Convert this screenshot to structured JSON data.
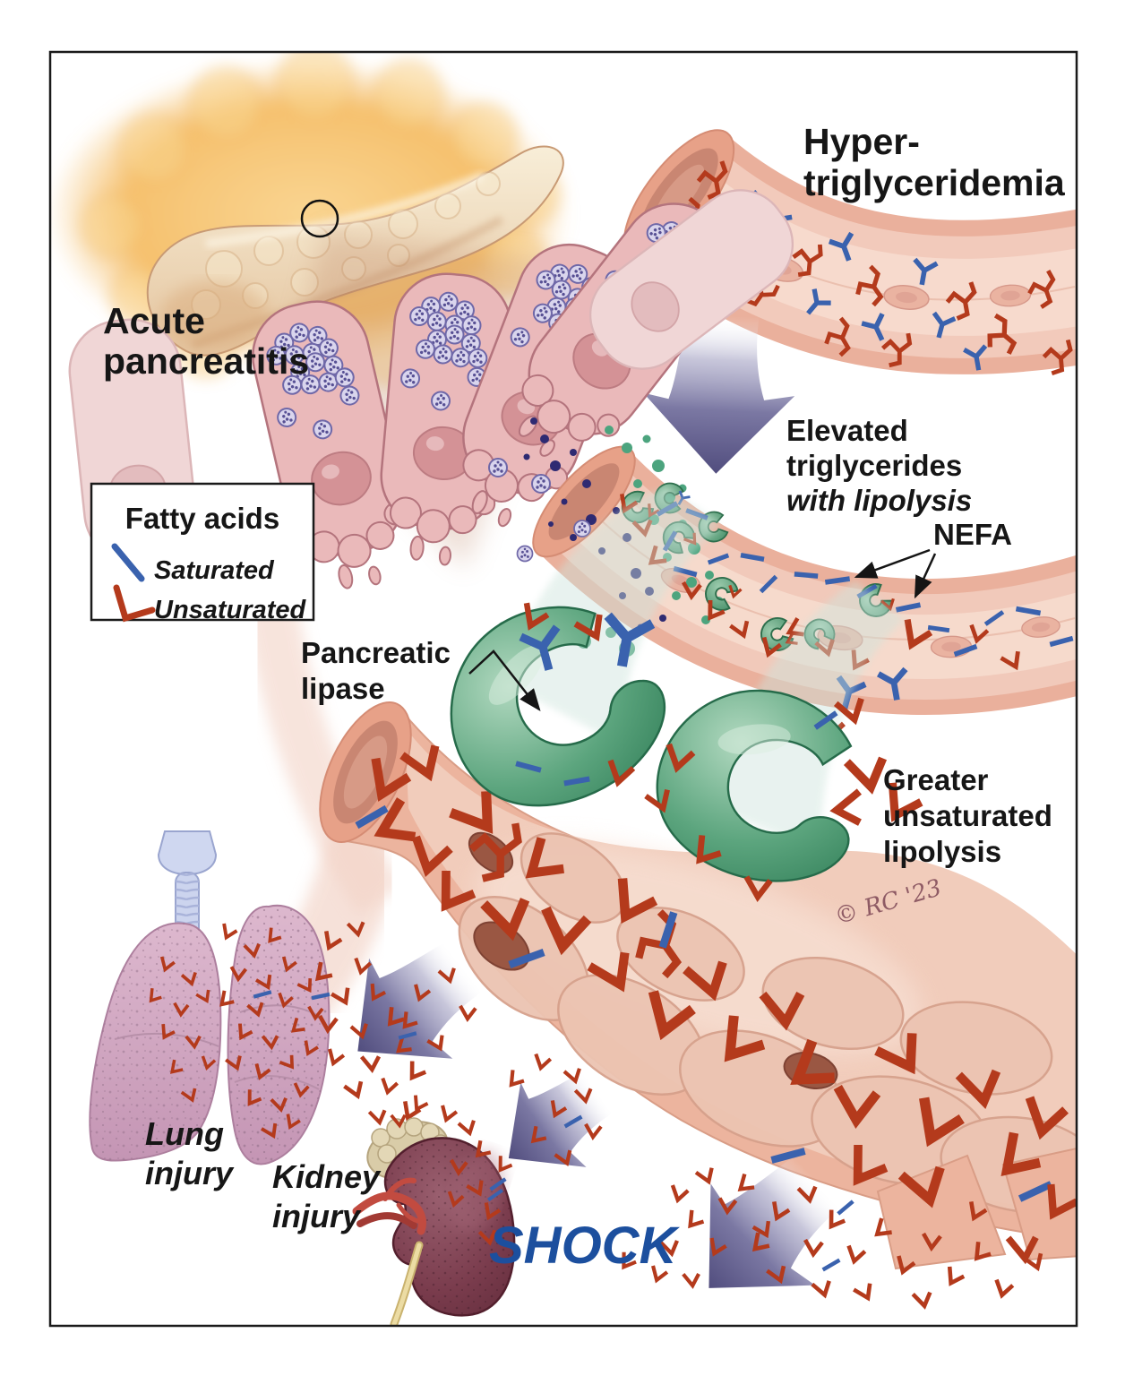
{
  "labels": {
    "acute_pancreatitis": {
      "line1": "Acute",
      "line2": "pancreatitis"
    },
    "hypertriglyceridemia": {
      "line1": "Hyper-",
      "line2": "triglyceridemia"
    },
    "elevated_triglycerides": {
      "line1": "Elevated",
      "line2": "triglycerides",
      "line3": "with lipolysis"
    },
    "nefa": "NEFA",
    "pancreatic_lipase": {
      "line1": "Pancreatic",
      "line2": "lipase"
    },
    "greater_unsaturated": {
      "line1": "Greater",
      "line2": "unsaturated",
      "line3": "lipolysis"
    },
    "lung_injury": {
      "line1": "Lung",
      "line2": "injury"
    },
    "kidney_injury": {
      "line1": "Kidney",
      "line2": "injury"
    },
    "shock": "SHOCK",
    "signature": "© RC '23"
  },
  "legend": {
    "title": "Fatty acids",
    "items": [
      {
        "label": "Saturated",
        "color": "#3a62ae"
      },
      {
        "label": "Unsaturated",
        "color": "#b43a1c"
      }
    ]
  },
  "colors": {
    "saturated_blue": "#3a62ae",
    "unsaturated_red": "#b43a1c",
    "shock_blue": "#1c4f9e",
    "arrow_slate": "#55517f",
    "lipase_green": "#57a17c",
    "vessel_wall_salmon": "#ecb49e",
    "lung_mauve": "#cfa5c0",
    "kidney_maroon": "#6f3442"
  }
}
